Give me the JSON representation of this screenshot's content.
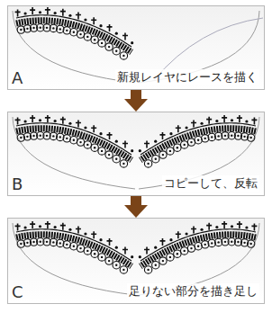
{
  "diagram": {
    "nodes": [
      {
        "text": [
          "A",
          "新規レイヤにレースを描く"
        ]
      },
      {
        "text": [
          "B",
          "コピーして、反転"
        ]
      },
      {
        "text": [
          "C",
          "足りない部分を描き足し"
        ]
      }
    ],
    "edges": [
      {
        "from": 0,
        "to": 1,
        "arrow": "to"
      },
      {
        "from": 1,
        "to": 2,
        "arrow": "to"
      }
    ]
  }
}
